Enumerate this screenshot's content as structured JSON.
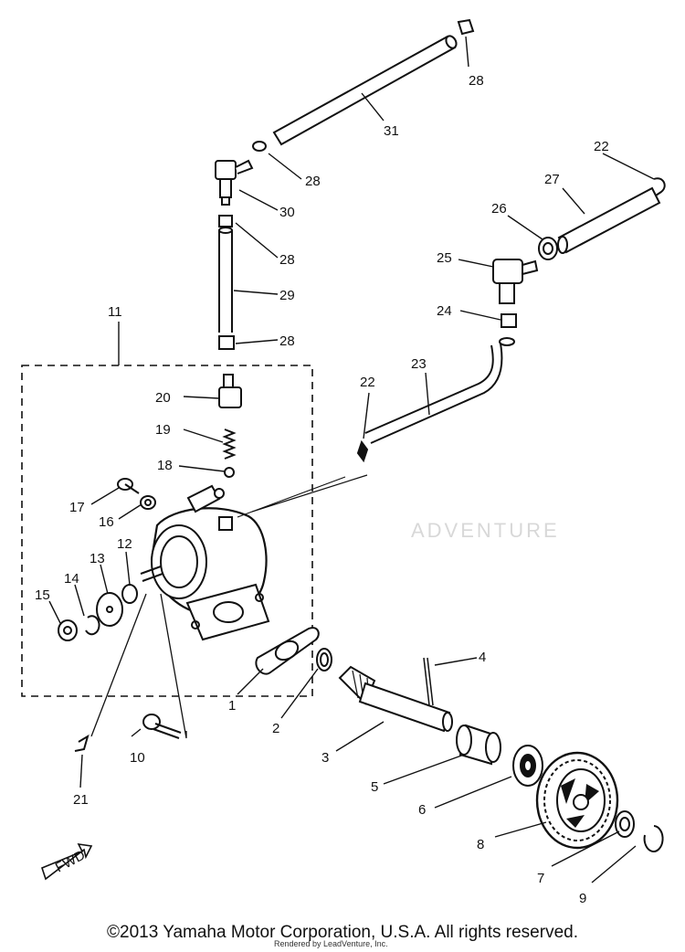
{
  "callouts": {
    "c1": "1",
    "c2": "2",
    "c3": "3",
    "c4": "4",
    "c5": "5",
    "c6": "6",
    "c7": "7",
    "c8": "8",
    "c9": "9",
    "c10": "10",
    "c11": "11",
    "c12": "12",
    "c13": "13",
    "c14": "14",
    "c15": "15",
    "c16": "16",
    "c17": "17",
    "c18": "18",
    "c19": "19",
    "c20": "20",
    "c21": "21",
    "c22a": "22",
    "c22b": "22",
    "c23": "23",
    "c24": "24",
    "c25": "25",
    "c26": "26",
    "c27": "27",
    "c28a": "28",
    "c28b": "28",
    "c28c": "28",
    "c28d": "28",
    "c29": "29",
    "c30": "30",
    "c31": "31"
  },
  "fwd_label": "FWD",
  "watermark": "ADVENTURE",
  "copyright": "©2013 Yamaha Motor Corporation, U.S.A. All rights reserved.",
  "rendered_by": "Rendered by LeadVenture, Inc."
}
